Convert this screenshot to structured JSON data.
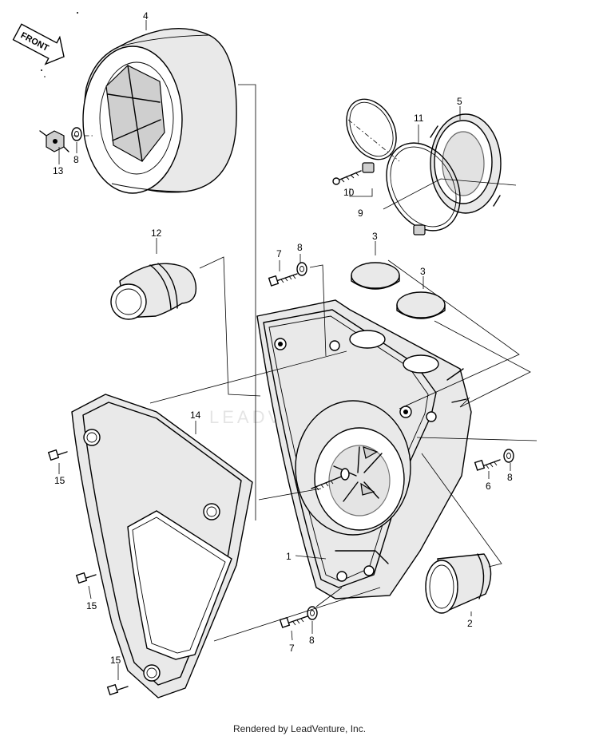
{
  "front_arrow": {
    "label": "FRONT"
  },
  "watermark": {
    "text": "LEADVENTURE"
  },
  "callouts": {
    "c1": "1",
    "c2": "2",
    "c3a": "3",
    "c3b": "3",
    "c4": "4",
    "c5": "5",
    "c6": "6",
    "c7a": "7",
    "c7b": "7",
    "c8a": "8",
    "c8b": "8",
    "c8c": "8",
    "c8d": "8",
    "c9": "9",
    "c10": "10",
    "c11": "11",
    "c12": "12",
    "c13": "13",
    "c14": "14",
    "c15a": "15",
    "c15b": "15",
    "c15c": "15"
  },
  "footer": {
    "credit": "Rendered by LeadVenture, Inc."
  }
}
